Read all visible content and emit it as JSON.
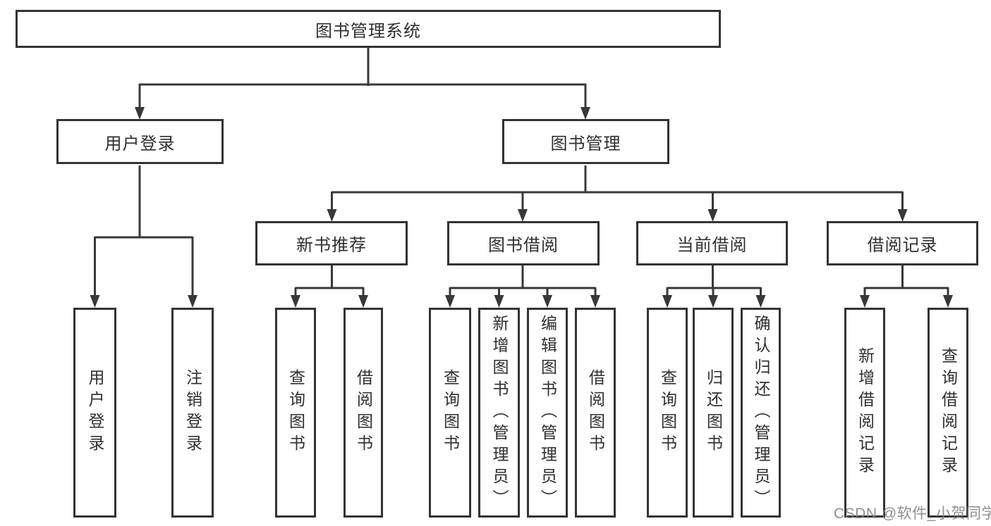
{
  "tree": {
    "label": "图书管理系统",
    "children": [
      {
        "label": "用户登录",
        "children": [
          {
            "label": "用户登录"
          },
          {
            "label": "注销登录"
          }
        ]
      },
      {
        "label": "图书管理",
        "children": [
          {
            "label": "新书推荐",
            "children": [
              {
                "label": "查询图书"
              },
              {
                "label": "借阅图书"
              }
            ]
          },
          {
            "label": "图书借阅",
            "children": [
              {
                "label": "查询图书"
              },
              {
                "label": "新增图书（管理员）"
              },
              {
                "label": "编辑图书（管理员）"
              },
              {
                "label": "借阅图书"
              }
            ]
          },
          {
            "label": "当前借阅",
            "children": [
              {
                "label": "查询图书"
              },
              {
                "label": "归还图书"
              },
              {
                "label": "确认归还（管理员）"
              }
            ]
          },
          {
            "label": "借阅记录",
            "children": [
              {
                "label": "新增借阅记录"
              },
              {
                "label": "查询借阅记录"
              }
            ]
          }
        ]
      }
    ]
  },
  "watermark": {
    "text": "CSDN @软件_小贺同学"
  },
  "colors": {
    "line": "#383838",
    "box_border": "#333333",
    "text": "#2f2f2f",
    "background": "#ffffff",
    "watermark": "#808080"
  }
}
